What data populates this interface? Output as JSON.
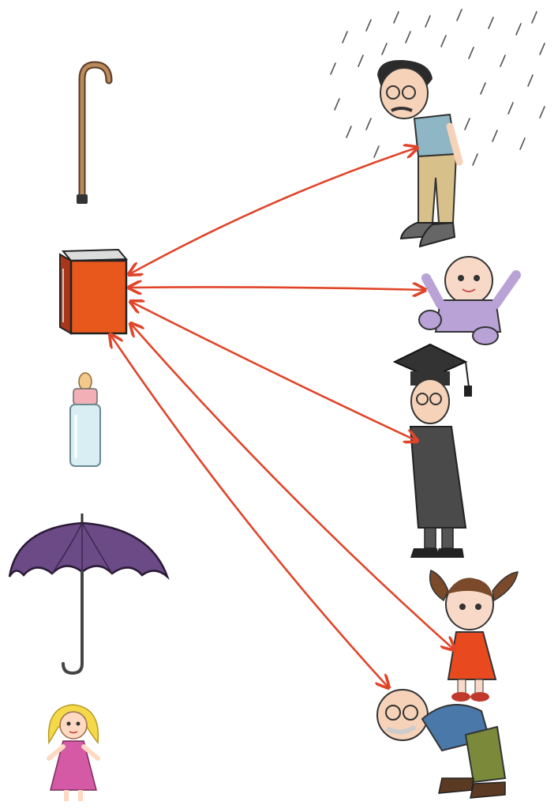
{
  "diagram": {
    "type": "matching-exercise",
    "left_items": [
      {
        "id": "cane",
        "icon": "walking-cane-icon"
      },
      {
        "id": "book",
        "icon": "book-icon"
      },
      {
        "id": "baby-bottle",
        "icon": "baby-bottle-icon"
      },
      {
        "id": "umbrella",
        "icon": "umbrella-icon"
      },
      {
        "id": "doll",
        "icon": "doll-icon"
      }
    ],
    "right_items": [
      {
        "id": "man-in-rain",
        "icon": "man-in-rain-icon"
      },
      {
        "id": "baby",
        "icon": "baby-icon"
      },
      {
        "id": "graduate",
        "icon": "graduate-icon"
      },
      {
        "id": "girl",
        "icon": "girl-icon"
      },
      {
        "id": "old-man",
        "icon": "old-man-icon"
      }
    ],
    "connections": [
      {
        "from": "book",
        "to": "man-in-rain"
      },
      {
        "from": "book",
        "to": "baby"
      },
      {
        "from": "book",
        "to": "graduate"
      },
      {
        "from": "book",
        "to": "girl"
      },
      {
        "from": "book",
        "to": "old-man"
      }
    ],
    "colors": {
      "arrow": "#e0452a",
      "book": "#e8571c",
      "umbrella": "#6b4a86",
      "baby_outfit": "#b9a2d6",
      "girl_dress": "#e8491f",
      "doll_dress": "#d55aa6",
      "doll_hair": "#f5d94a"
    }
  }
}
